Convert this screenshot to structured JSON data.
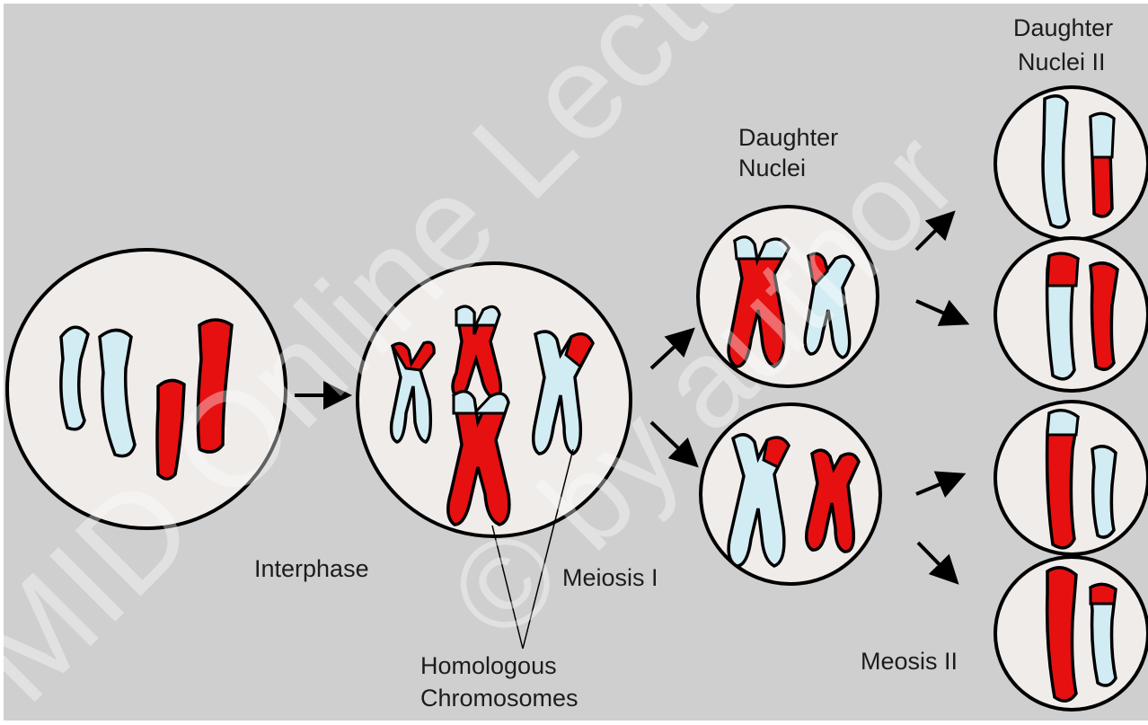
{
  "labels": {
    "interphase": "Interphase",
    "meiosis_i": "Meiosis I",
    "homologous_line1": "Homologous",
    "homologous_line2": "Chromosomes",
    "daughter_nuclei_line1": "Daughter",
    "daughter_nuclei_line2": "Nuclei",
    "daughter_nuclei_ii_line1": "Daughter",
    "daughter_nuclei_ii_line2": "Nuclei II",
    "meiosis_ii": "Meosis II"
  },
  "watermark": {
    "line1": "MID Online Lecture D",
    "line2": "© by author"
  },
  "colors": {
    "background": "#cfcfcf",
    "cell_fill": "#efecea",
    "light_chromosome": "#d2ecf4",
    "dark_chromosome": "#e61010",
    "outline": "#000000"
  }
}
